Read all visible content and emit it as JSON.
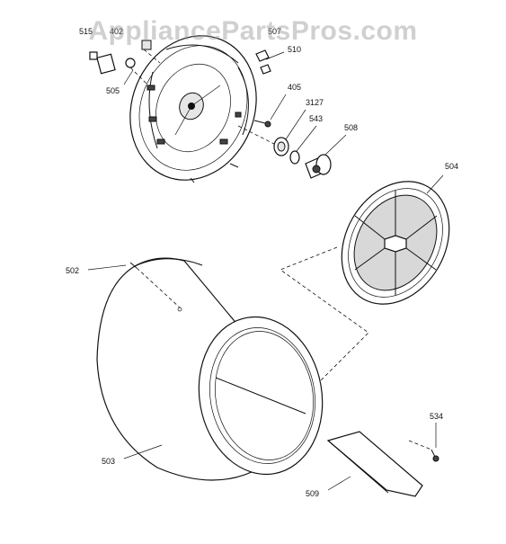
{
  "watermark": "AppliancePartsPros.com",
  "callouts": {
    "c515": "515",
    "c402": "402",
    "c507": "507",
    "c505": "505",
    "c510": "510",
    "c405": "405",
    "c3127": "3127",
    "c543": "543",
    "c508": "508",
    "c504": "504",
    "c502": "502",
    "c503": "503",
    "c534": "534",
    "c509": "509"
  },
  "colors": {
    "line": "#111111",
    "watermark": "#969696",
    "background": "#ffffff"
  }
}
